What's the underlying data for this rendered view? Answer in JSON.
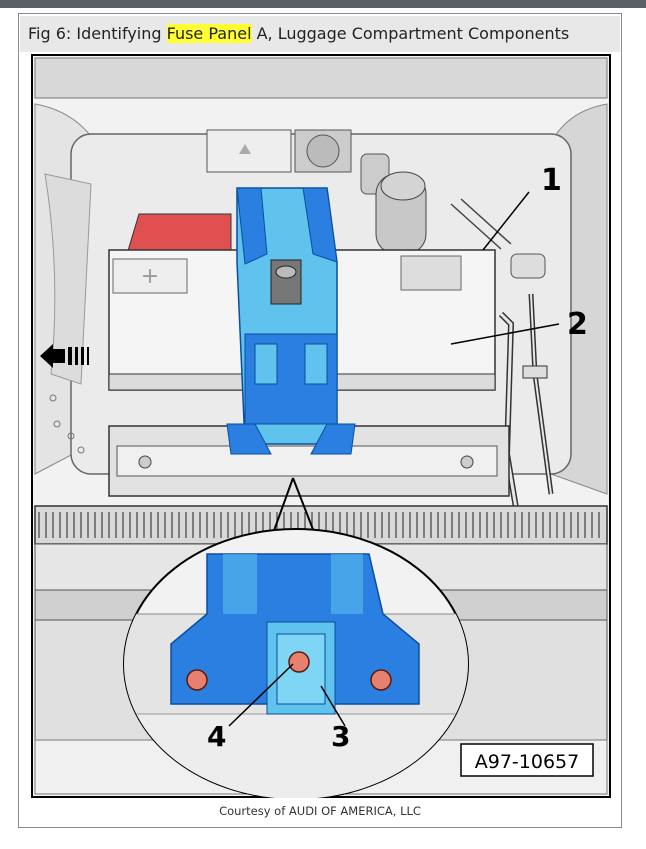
{
  "title": {
    "prefix": "Fig 6: Identifying ",
    "highlight": "Fuse Panel",
    "suffix": " A, Luggage Compartment Components"
  },
  "figure": {
    "callouts": [
      "1",
      "2",
      "3",
      "4"
    ],
    "reference_code": "A97-10657"
  },
  "caption": "Courtesy of AUDI OF AMERICA, LLC",
  "colors": {
    "highlight": "#ffff33",
    "bracket_fill": "#2a7fe0",
    "bracket_light": "#5fc3ee",
    "battery_red": "#e05050"
  }
}
